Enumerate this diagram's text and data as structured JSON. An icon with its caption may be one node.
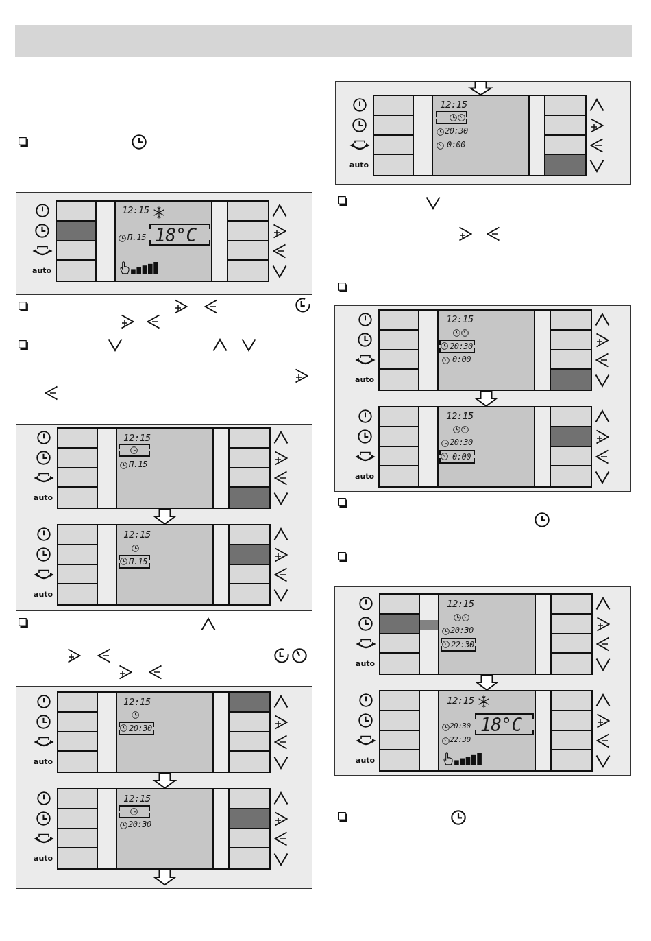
{
  "diagram": {
    "nodes": [
      {
        "text": [
          "12:15",
          "Π.15"
        ]
      },
      {
        "text": [
          "18°C"
        ],
        "in": 0
      },
      {
        "text": [
          "12:15",
          "Π.15"
        ]
      },
      {
        "text": [],
        "shape": "box",
        "in": 2
      },
      {
        "text": [
          "12:15"
        ]
      },
      {
        "text": [
          "Π.15"
        ],
        "in": 4
      },
      {
        "text": [
          "12:15"
        ]
      },
      {
        "text": [
          "20:30"
        ],
        "in": 6
      },
      {
        "text": [
          "12:15",
          "20:30"
        ]
      },
      {
        "text": [],
        "shape": "box",
        "in": 8
      },
      {
        "text": [
          "12:15",
          "20:30",
          "0:00"
        ]
      },
      {
        "text": [],
        "shape": "box",
        "in": 10
      },
      {
        "text": [
          "12:15",
          "0:00"
        ]
      },
      {
        "text": [
          "20:30"
        ],
        "in": 12
      },
      {
        "text": [
          "12:15",
          "20:30"
        ]
      },
      {
        "text": [
          "0:00"
        ],
        "in": 14
      },
      {
        "text": [
          "12:15",
          "20:30"
        ]
      },
      {
        "text": [
          "22:30"
        ],
        "in": 16
      },
      {
        "text": [
          "12:15",
          "20:30",
          "22:30"
        ]
      },
      {
        "text": [
          "18°C"
        ],
        "in": 18
      }
    ],
    "edges": [
      {
        "from": 2,
        "to": 4,
        "arrow": "to"
      },
      {
        "from": 6,
        "to": 8,
        "arrow": "to"
      },
      {
        "from": 8,
        "to": null,
        "arrow": "to"
      },
      {
        "from": null,
        "to": 10,
        "arrow": "to"
      },
      {
        "from": 12,
        "to": 14,
        "arrow": "to"
      },
      {
        "from": 16,
        "to": 18,
        "arrow": "to"
      }
    ],
    "labels": [
      "auto",
      "auto",
      "auto",
      "auto",
      "auto",
      "auto",
      "auto",
      "auto",
      "auto",
      "auto"
    ]
  }
}
